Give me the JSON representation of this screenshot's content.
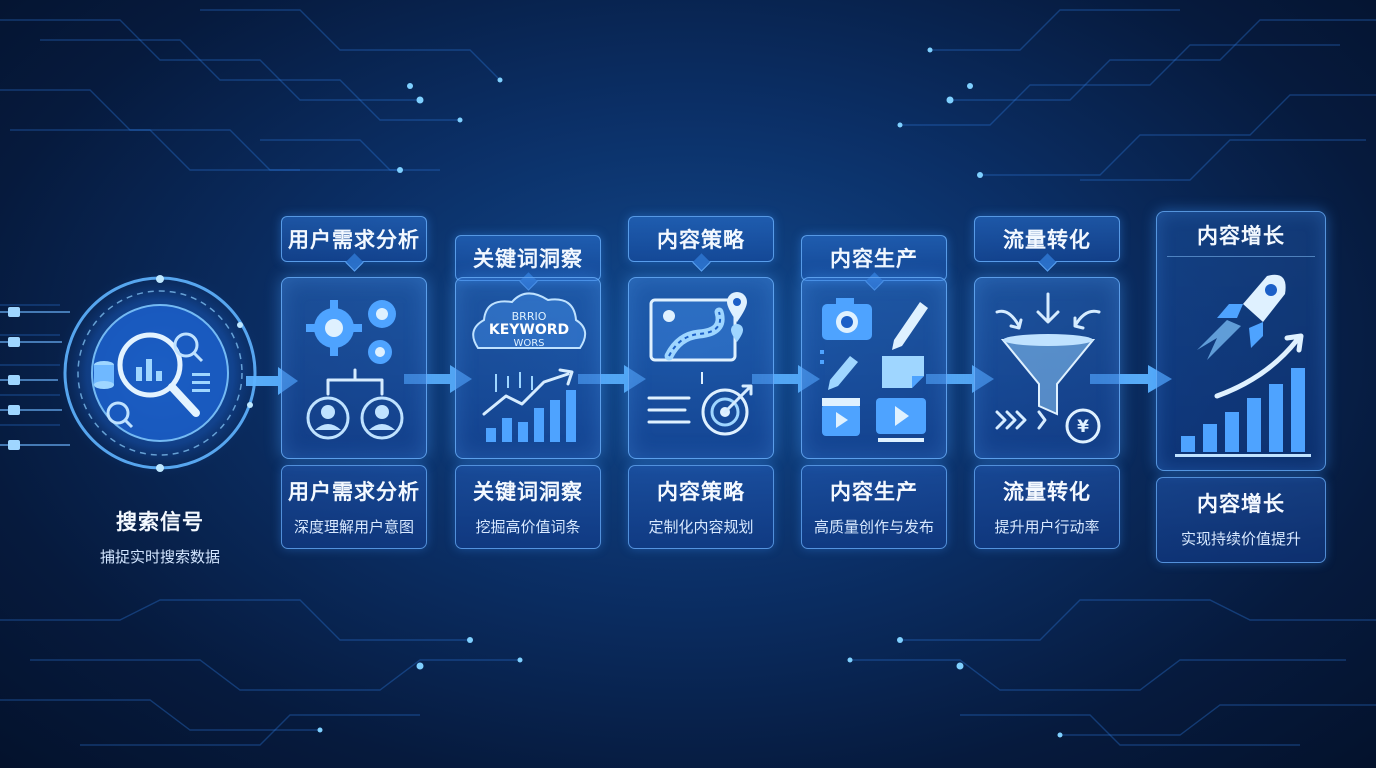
{
  "source": {
    "title": "搜索信号",
    "subtitle": "捕捉实时搜索数据"
  },
  "stages": [
    {
      "tag": "用户需求分析",
      "title": "用户需求分析",
      "subtitle": "深度理解用户意图",
      "icon": "gears-users-icon"
    },
    {
      "tag": "关键词洞察",
      "title": "关键词洞察",
      "subtitle": "挖掘高价值词条",
      "icon": "keyword-cloud-chart-icon",
      "cloud_words": [
        "BRRIO",
        "KEYWORD",
        "WORS"
      ]
    },
    {
      "tag": "内容策略",
      "title": "内容策略",
      "subtitle": "定制化内容规划",
      "icon": "roadmap-target-icon"
    },
    {
      "tag": "内容生产",
      "title": "内容生产",
      "subtitle": "高质量创作与发布",
      "icon": "camera-pen-video-icon"
    },
    {
      "tag": "流量转化",
      "title": "流量转化",
      "subtitle": "提升用户行动率",
      "icon": "funnel-yen-icon",
      "currency": "¥"
    },
    {
      "tag": "内容增长",
      "title": "内容增长",
      "subtitle": "实现持续价值提升",
      "icon": "rocket-growth-icon"
    }
  ],
  "colors": {
    "accent": "#4ea3ff",
    "glow": "#7fd0ff",
    "background": "#0b2f66"
  }
}
